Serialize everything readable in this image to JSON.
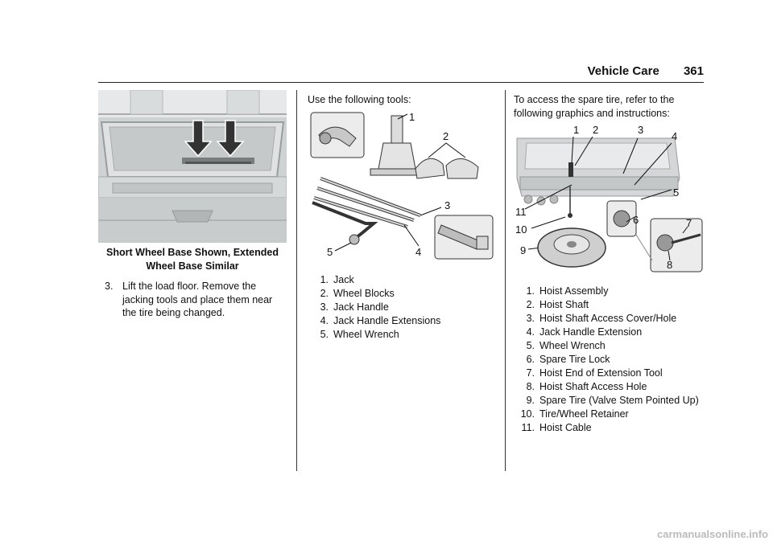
{
  "header": {
    "section": "Vehicle Care",
    "page_number": "361"
  },
  "col1": {
    "caption": "Short Wheel Base Shown, Extended Wheel Base Similar",
    "step_number": "3.",
    "step_text": "Lift the load floor. Remove the jacking tools and place them near the tire being changed."
  },
  "col2": {
    "intro": "Use the following tools:",
    "callouts": [
      "1",
      "2",
      "3",
      "4",
      "5"
    ],
    "items": [
      {
        "n": "1.",
        "label": "Jack"
      },
      {
        "n": "2.",
        "label": "Wheel Blocks"
      },
      {
        "n": "3.",
        "label": "Jack Handle"
      },
      {
        "n": "4.",
        "label": "Jack Handle Extensions"
      },
      {
        "n": "5.",
        "label": "Wheel Wrench"
      }
    ]
  },
  "col3": {
    "intro": "To access the spare tire, refer to the following graphics and instructions:",
    "callouts": [
      "1",
      "2",
      "3",
      "4",
      "5",
      "6",
      "7",
      "8",
      "9",
      "10",
      "11"
    ],
    "items": [
      {
        "n": "1.",
        "label": "Hoist Assembly"
      },
      {
        "n": "2.",
        "label": "Hoist Shaft"
      },
      {
        "n": "3.",
        "label": "Hoist Shaft Access Cover/Hole"
      },
      {
        "n": "4.",
        "label": "Jack Handle Extension"
      },
      {
        "n": "5.",
        "label": "Wheel Wrench"
      },
      {
        "n": "6.",
        "label": "Spare Tire Lock"
      },
      {
        "n": "7.",
        "label": "Hoist End of Extension Tool"
      },
      {
        "n": "8.",
        "label": "Hoist Shaft Access Hole"
      },
      {
        "n": "9.",
        "label": "Spare Tire (Valve Stem Pointed Up)"
      },
      {
        "n": "10.",
        "label": "Tire/Wheel Retainer"
      },
      {
        "n": "11.",
        "label": "Hoist Cable"
      }
    ]
  },
  "footer": {
    "watermark": "carmanualsonline.info"
  }
}
